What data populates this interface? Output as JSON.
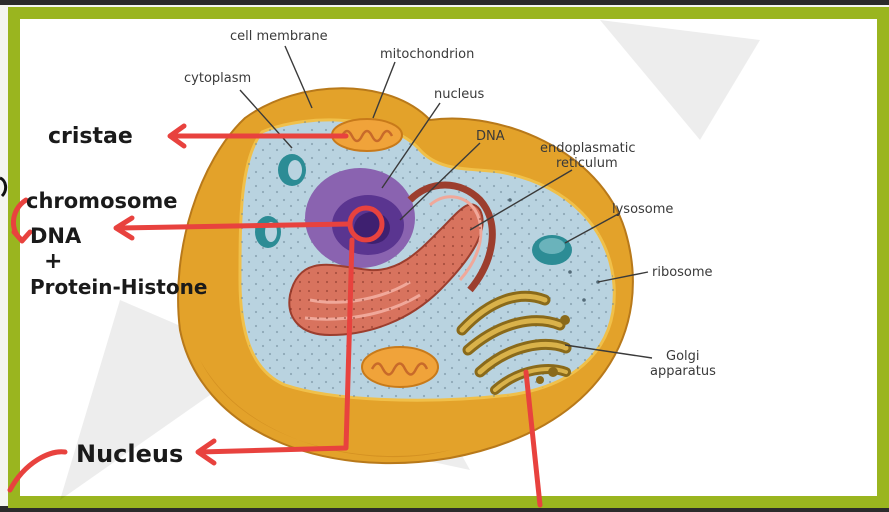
{
  "labels": {
    "cell_membrane": "cell membrane",
    "mitochondrion": "mitochondrion",
    "cytoplasm": "cytoplasm",
    "nucleus": "nucleus",
    "dna": "DNA",
    "er_line1": "endoplasmatic",
    "er_line2": "reticulum",
    "lysosome": "lysosome",
    "ribosome": "ribosome",
    "golgi_line1": "Golgi",
    "golgi_line2": "apparatus"
  },
  "annotations": {
    "cristae": "cristae",
    "chromosome": "chromosome",
    "dna": "DNA",
    "plus": "+",
    "protein_histone": "Protein-Histone",
    "nucleus": "Nucleus"
  },
  "colors": {
    "frame_green": "#9ab51f",
    "cell_outer": "#e3a22a",
    "cytoplasm": "#b9d3e0",
    "nucleus": "#8a63b0",
    "er": "#d8735e",
    "annotation_red": "#e8423e"
  }
}
